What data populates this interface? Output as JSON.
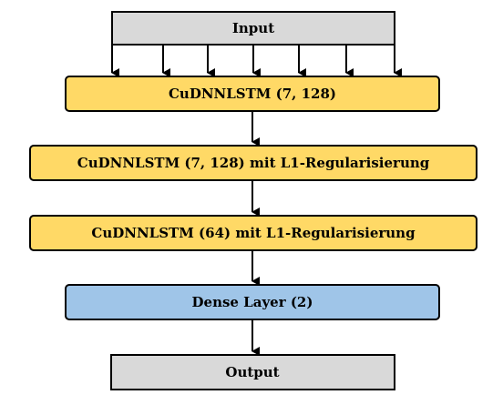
{
  "diagram": {
    "nodes": {
      "input": {
        "label": "Input",
        "fill": "#d9d9d9"
      },
      "lstm1": {
        "label": "CuDNNLSTM (7, 128)",
        "fill": "#ffd966"
      },
      "lstm2": {
        "label": "CuDNNLSTM (7, 128) mit L1-Regularisierung",
        "fill": "#ffd966"
      },
      "lstm3": {
        "label": "CuDNNLSTM (64) mit L1-Regularisierung",
        "fill": "#ffd966"
      },
      "dense": {
        "label": "Dense Layer (2)",
        "fill": "#9fc5e8"
      },
      "output": {
        "label": "Output",
        "fill": "#d9d9d9"
      }
    },
    "edges": [
      {
        "from": "input",
        "to": "lstm1",
        "count": 7
      },
      {
        "from": "lstm1",
        "to": "lstm2"
      },
      {
        "from": "lstm2",
        "to": "lstm3"
      },
      {
        "from": "lstm3",
        "to": "dense"
      },
      {
        "from": "dense",
        "to": "output"
      }
    ],
    "colors": {
      "stroke": "#000000"
    }
  }
}
